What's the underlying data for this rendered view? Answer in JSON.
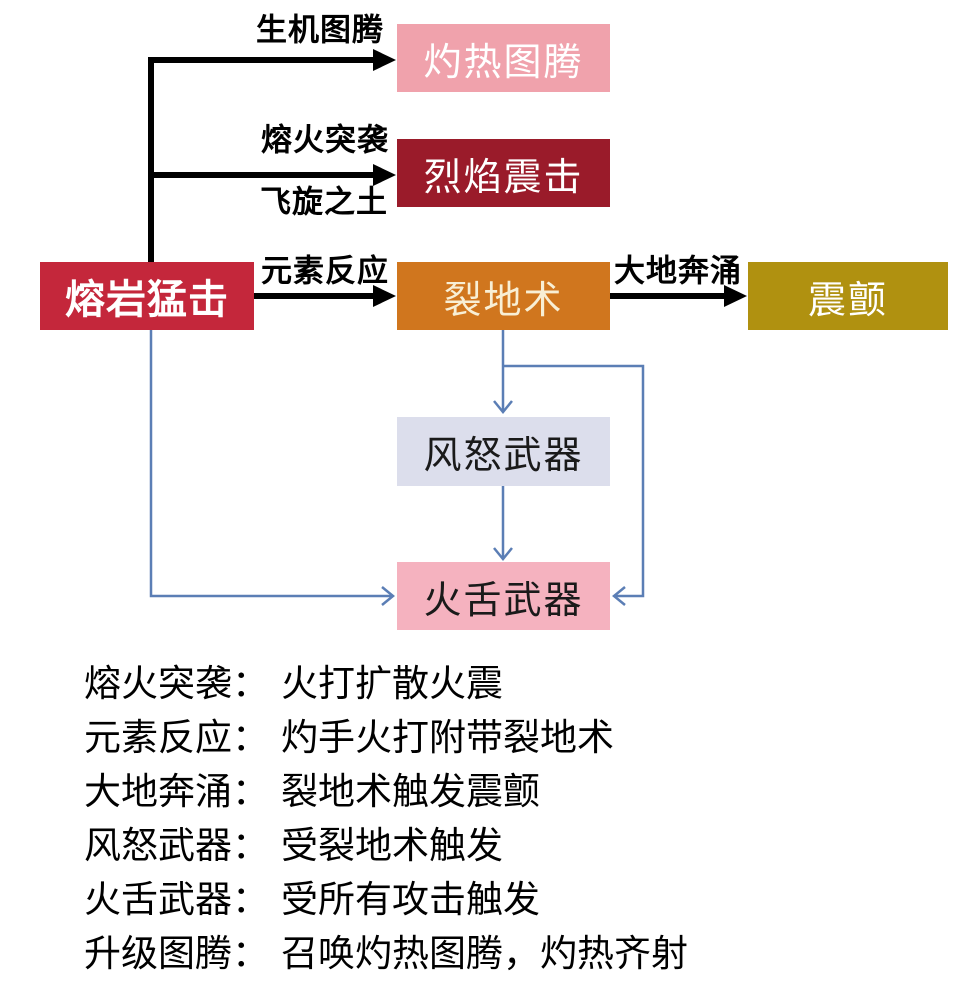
{
  "diagram": {
    "nodes": [
      {
        "id": "searing-totem",
        "label": "灼热图腾",
        "bg": "#F0A2AC",
        "fg": "#FFFFFF"
      },
      {
        "id": "flame-shock",
        "label": "烈焰震击",
        "bg": "#9A1B2A",
        "fg": "#FFFFFF"
      },
      {
        "id": "lava-lash",
        "label": "熔岩猛击",
        "bg": "#C4273B",
        "fg": "#FFFFFF"
      },
      {
        "id": "earth-shock",
        "label": "裂地术",
        "bg": "#D0761E",
        "fg": "#F8EFD5"
      },
      {
        "id": "tremor",
        "label": "震颤",
        "bg": "#B09110",
        "fg": "#FFFFFF"
      },
      {
        "id": "windfury-weapon",
        "label": "风怒武器",
        "bg": "#DCDEEC",
        "fg": "#1A1A1A"
      },
      {
        "id": "flametongue-weapon",
        "label": "火舌武器",
        "bg": "#F5B2BF",
        "fg": "#1A1A1A"
      }
    ],
    "edge_labels": [
      {
        "label": "生机图腾"
      },
      {
        "label": "熔火突袭"
      },
      {
        "label": "飞旋之土"
      },
      {
        "label": "元素反应"
      },
      {
        "label": "大地奔涌"
      }
    ],
    "colors": {
      "black_arrow": "#000000",
      "blue_connector": "#5B7EB5"
    }
  },
  "legend": {
    "items": [
      {
        "term": "熔火突袭：",
        "desc": "火打扩散火震"
      },
      {
        "term": "元素反应：",
        "desc": "灼手火打附带裂地术"
      },
      {
        "term": "大地奔涌：",
        "desc": "裂地术触发震颤"
      },
      {
        "term": "风怒武器：",
        "desc": "受裂地术触发"
      },
      {
        "term": "火舌武器：",
        "desc": "受所有攻击触发"
      },
      {
        "term": "升级图腾：",
        "desc": "召唤灼热图腾，灼热齐射"
      }
    ]
  }
}
